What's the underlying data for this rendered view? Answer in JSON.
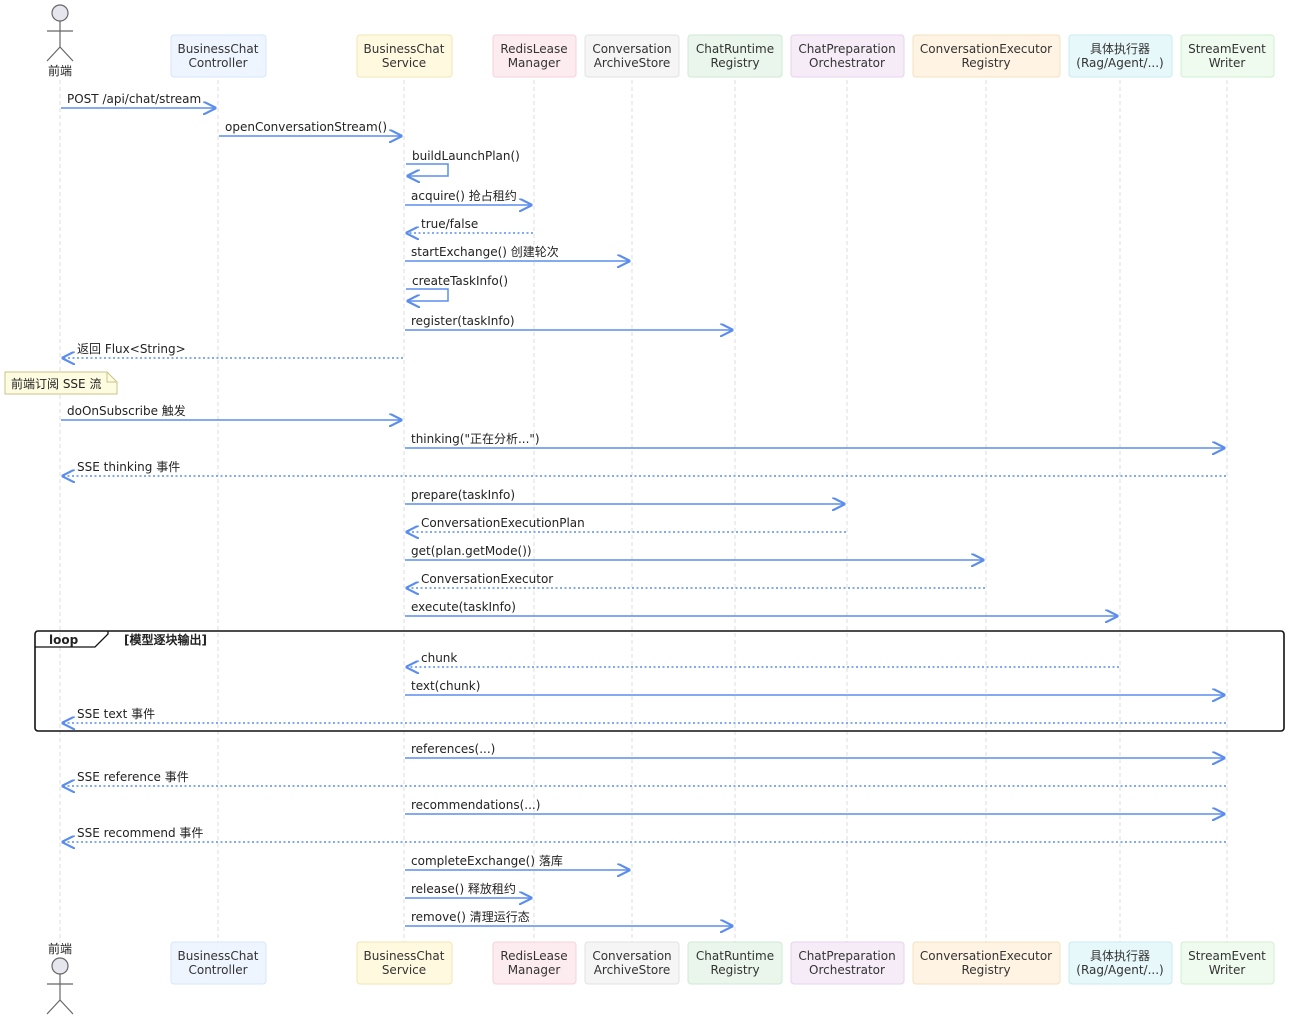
{
  "participants": [
    {
      "id": "fe",
      "lines": [
        "前端"
      ],
      "actor": true
    },
    {
      "id": "bcc",
      "lines": [
        "BusinessChat",
        "Controller"
      ],
      "fill": "#eef5ff",
      "stroke": "#d6e6fb"
    },
    {
      "id": "bcs",
      "lines": [
        "BusinessChat",
        "Service"
      ],
      "fill": "#fff9e0",
      "stroke": "#f2e6b3"
    },
    {
      "id": "rlm",
      "lines": [
        "RedisLease",
        "Manager"
      ],
      "fill": "#fdecef",
      "stroke": "#f5d2d9"
    },
    {
      "id": "cas",
      "lines": [
        "Conversation",
        "ArchiveStore"
      ],
      "fill": "#f5f5f5",
      "stroke": "#e2e2e2"
    },
    {
      "id": "crr",
      "lines": [
        "ChatRuntime",
        "Registry"
      ],
      "fill": "#eaf6ec",
      "stroke": "#cfe8d3"
    },
    {
      "id": "cpo",
      "lines": [
        "ChatPreparation",
        "Orchestrator"
      ],
      "fill": "#f6ecf8",
      "stroke": "#e6d3ec"
    },
    {
      "id": "cer",
      "lines": [
        "ConversationExecutor",
        "Registry"
      ],
      "fill": "#fff4e3",
      "stroke": "#f3e0bf"
    },
    {
      "id": "ex",
      "lines": [
        "具体执行器",
        "(Rag/Agent/...)"
      ],
      "fill": "#e7f8fb",
      "stroke": "#c8ebf1"
    },
    {
      "id": "sew",
      "lines": [
        "StreamEvent",
        "Writer"
      ],
      "fill": "#effbef",
      "stroke": "#d2efd2"
    }
  ],
  "messages": [
    {
      "from": "fe",
      "to": "bcc",
      "text": "POST /api/chat/stream",
      "type": "sync"
    },
    {
      "from": "bcc",
      "to": "bcs",
      "text": "openConversationStream()",
      "type": "sync"
    },
    {
      "from": "bcs",
      "to": "bcs",
      "text": "buildLaunchPlan()",
      "type": "self"
    },
    {
      "from": "bcs",
      "to": "rlm",
      "text": "acquire() 抢占租约",
      "type": "sync"
    },
    {
      "from": "rlm",
      "to": "bcs",
      "text": "true/false",
      "type": "reply"
    },
    {
      "from": "bcs",
      "to": "cas",
      "text": "startExchange() 创建轮次",
      "type": "sync"
    },
    {
      "from": "bcs",
      "to": "bcs",
      "text": "createTaskInfo()",
      "type": "self"
    },
    {
      "from": "bcs",
      "to": "crr",
      "text": "register(taskInfo)",
      "type": "sync"
    },
    {
      "from": "bcs",
      "to": "fe",
      "text": "返回 Flux<String>",
      "type": "reply"
    },
    {
      "from": "fe",
      "to": "bcs",
      "text": "doOnSubscribe 触发",
      "type": "sync"
    },
    {
      "from": "bcs",
      "to": "sew",
      "text": "thinking(\"正在分析...\")",
      "type": "sync"
    },
    {
      "from": "sew",
      "to": "fe",
      "text": "SSE thinking 事件",
      "type": "reply"
    },
    {
      "from": "bcs",
      "to": "cpo",
      "text": "prepare(taskInfo)",
      "type": "sync"
    },
    {
      "from": "cpo",
      "to": "bcs",
      "text": "ConversationExecutionPlan",
      "type": "reply"
    },
    {
      "from": "bcs",
      "to": "cer",
      "text": "get(plan.getMode())",
      "type": "sync"
    },
    {
      "from": "cer",
      "to": "bcs",
      "text": "ConversationExecutor",
      "type": "reply"
    },
    {
      "from": "bcs",
      "to": "ex",
      "text": "execute(taskInfo)",
      "type": "sync"
    },
    {
      "from": "ex",
      "to": "bcs",
      "text": "chunk",
      "type": "reply"
    },
    {
      "from": "bcs",
      "to": "sew",
      "text": "text(chunk)",
      "type": "sync"
    },
    {
      "from": "sew",
      "to": "fe",
      "text": "SSE text 事件",
      "type": "reply"
    },
    {
      "from": "bcs",
      "to": "sew",
      "text": "references(...)",
      "type": "sync"
    },
    {
      "from": "sew",
      "to": "fe",
      "text": "SSE reference 事件",
      "type": "reply"
    },
    {
      "from": "bcs",
      "to": "sew",
      "text": "recommendations(...)",
      "type": "sync"
    },
    {
      "from": "sew",
      "to": "fe",
      "text": "SSE recommend 事件",
      "type": "reply"
    },
    {
      "from": "bcs",
      "to": "cas",
      "text": "completeExchange() 落库",
      "type": "sync"
    },
    {
      "from": "bcs",
      "to": "rlm",
      "text": "release() 释放租约",
      "type": "sync"
    },
    {
      "from": "bcs",
      "to": "crr",
      "text": "remove() 清理运行态",
      "type": "sync"
    }
  ],
  "note": {
    "text": "前端订阅 SSE 流",
    "fill": "#fefce0",
    "stroke": "#c9c38a"
  },
  "loop": {
    "keyword": "loop",
    "condition": "[模型逐块输出]"
  },
  "colors": {
    "arrow": "#5b8def",
    "lifeline": "#dddddd",
    "frame": "#111111"
  }
}
